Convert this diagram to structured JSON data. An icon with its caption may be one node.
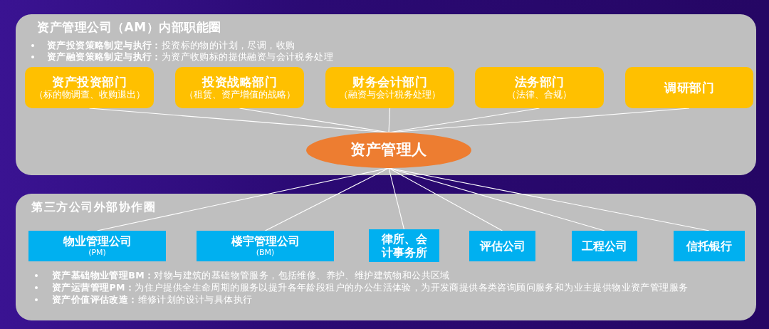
{
  "diagram": {
    "nodes": [
      {
        "text": [
          "资产管理公司（AM）内部职能圈",
          "**资产投资策略制定与执行：**投资标的物的计划，尽调，收购",
          "**资产融资策略制定与执行：**为资产收购标的提供融资与会计税务处理"
        ]
      },
      {
        "text": [
          "资产投资部门",
          "（标的物调查、收购退出）"
        ],
        "in": 0
      },
      {
        "text": [
          "投资战略部门",
          "（租赁、资产增值的战略）"
        ],
        "in": 0
      },
      {
        "text": [
          "财务会计部门",
          "（融资与会计税务处理）"
        ],
        "in": 0
      },
      {
        "text": [
          "法务部门",
          "（法律、合规）"
        ],
        "in": 0
      },
      {
        "text": [
          "调研部门"
        ],
        "in": 0
      },
      {
        "text": [
          "资产管理人"
        ],
        "in": 0
      },
      {
        "text": [
          "第三方公司外部协作圈",
          "**资产基础物业管理BM：**对物与建筑的基础物管服务，包括维修、养护、维护建筑物和公共区域",
          "**资产运营管理PM：**为住户提供全生命周期的服务以提升各年龄段租户的办公生活体验，为开发商提供各类咨询顾问服务和为业主提供物业资产管理服务",
          "**资产价值评估改造：**维修计划的设计与具体执行"
        ]
      },
      {
        "text": [
          "物业管理公司",
          "(PM)"
        ],
        "in": 7
      },
      {
        "text": [
          "楼宇管理公司",
          "(BM)"
        ],
        "in": 7
      },
      {
        "text": [
          "律所、会计事务所"
        ],
        "in": 7
      },
      {
        "text": [
          "评估公司"
        ],
        "in": 7
      },
      {
        "text": [
          "工程公司"
        ],
        "in": 7
      },
      {
        "text": [
          "信托银行"
        ],
        "in": 7
      }
    ],
    "edges": [
      {
        "from": 1,
        "to": 6,
        "arrow": "none"
      },
      {
        "from": 2,
        "to": 6,
        "arrow": "none"
      },
      {
        "from": 3,
        "to": 6,
        "arrow": "none"
      },
      {
        "from": 4,
        "to": 6,
        "arrow": "none"
      },
      {
        "from": 5,
        "to": 6,
        "arrow": "none"
      },
      {
        "from": 6,
        "to": 8,
        "arrow": "none"
      },
      {
        "from": 6,
        "to": 9,
        "arrow": "none"
      },
      {
        "from": 6,
        "to": 10,
        "arrow": "none"
      },
      {
        "from": 6,
        "to": 11,
        "arrow": "none"
      },
      {
        "from": 6,
        "to": 12,
        "arrow": "none"
      },
      {
        "from": 6,
        "to": 13,
        "arrow": "none"
      }
    ]
  }
}
